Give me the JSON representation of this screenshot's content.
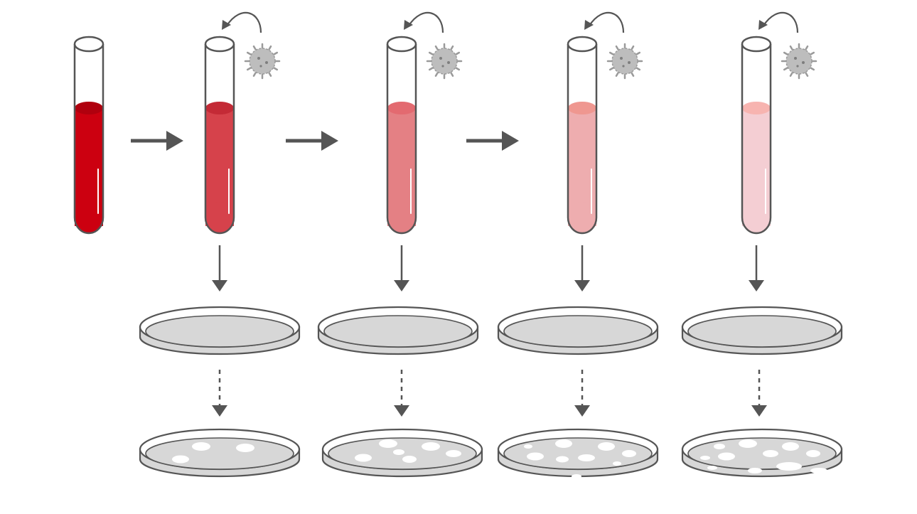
{
  "diagram": {
    "stroke_color": "#555555",
    "dish_fill": "#d7d7d7",
    "plaque_color": "#ffffff",
    "virus_fill": "#bdbdbd",
    "tubes": [
      {
        "id": "tube-1",
        "liquid_color": "#cc0010",
        "surface_color": "#b0000e",
        "has_virus": false,
        "has_dish": false,
        "plaque_count": 0
      },
      {
        "id": "tube-2",
        "liquid_color": "#d6424b",
        "surface_color": "#c42a36",
        "has_virus": true,
        "has_dish": true,
        "plaque_count": 3
      },
      {
        "id": "tube-3",
        "liquid_color": "#e48084",
        "surface_color": "#e36a70",
        "has_virus": true,
        "has_dish": true,
        "plaque_count": 6
      },
      {
        "id": "tube-4",
        "liquid_color": "#eeadaf",
        "surface_color": "#ef9790",
        "has_virus": true,
        "has_dish": true,
        "plaque_count": 9
      },
      {
        "id": "tube-5",
        "liquid_color": "#f4ced3",
        "surface_color": "#f7b4b0",
        "has_virus": true,
        "has_dish": true,
        "plaque_count": 12
      }
    ]
  }
}
